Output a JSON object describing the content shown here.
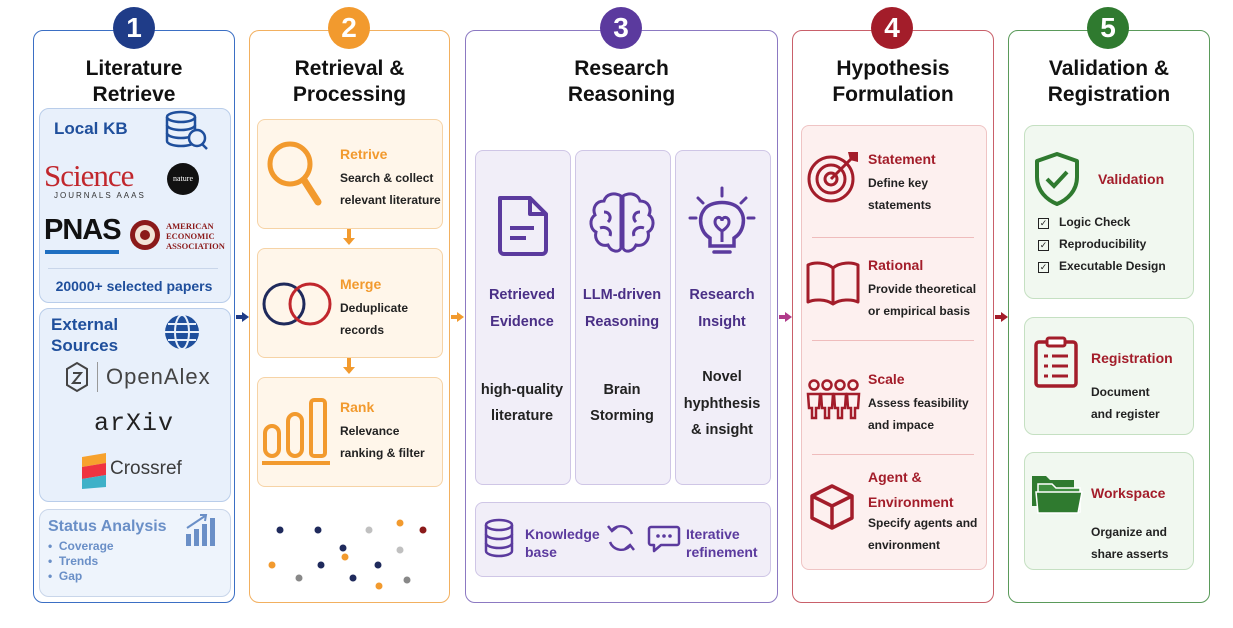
{
  "stages": [
    {
      "number": "1",
      "title_line1": "Literature",
      "title_line2": "Retrieve",
      "color": "#1f3c88"
    },
    {
      "number": "2",
      "title_line1": "Retrieval &",
      "title_line2": "Processing",
      "color": "#f29a2e"
    },
    {
      "number": "3",
      "title_line1": "Research",
      "title_line2": "Reasoning",
      "color": "#5b3a9e"
    },
    {
      "number": "4",
      "title_line1": "Hypothesis",
      "title_line2": "Formulation",
      "color": "#a31d2a"
    },
    {
      "number": "5",
      "title_line1": "Validation &",
      "title_line2": "Registration",
      "color": "#2f7a2f"
    }
  ],
  "stage1": {
    "local_kb": "Local KB",
    "science": "Science",
    "science_sub": "JOURNALS",
    "science_sub2": "AAAS",
    "nature": "nature",
    "pnas": "PNAS",
    "aea": [
      "AMERICAN",
      "ECONOMIC",
      "ASSOCIATION"
    ],
    "selected": "20000+ selected papers",
    "external": "External",
    "sources": "Sources",
    "openalex": "OpenAlex",
    "arxiv": "arXiv",
    "crossref": "Crossref",
    "status_title": "Status Analysis",
    "status_items": [
      "Coverage",
      "Trends",
      "Gap"
    ]
  },
  "stage2": {
    "retrive_title": "Retrive",
    "retrive_l1": "Search & collect",
    "retrive_l2": "relevant literature",
    "merge_title": "Merge",
    "merge_l1": "Deduplicate",
    "merge_l2": "records",
    "rank_title": "Rank",
    "rank_l1": "Relevance",
    "rank_l2": "ranking & filter"
  },
  "stage3": {
    "c1_l1": "Retrieved",
    "c1_l2": "Evidence",
    "c1_d1": "high-quality",
    "c1_d2": "literature",
    "c2_l1": "LLM-driven",
    "c2_l2": "Reasoning",
    "c2_d1": "Brain",
    "c2_d2": "Storming",
    "c3_l1": "Research",
    "c3_l2": "Insight",
    "c3_d1": "Novel",
    "c3_d2": "hyphthesis",
    "c3_d3": "& insight",
    "kb_l1": "Knowledge",
    "kb_l2": "base",
    "it_l1": "Iterative",
    "it_l2": "refinement"
  },
  "stage4": {
    "statement_title": "Statement",
    "statement_l1": "Define key",
    "statement_l2": "statements",
    "rational_title": "Rational",
    "rational_l1": "Provide theoretical",
    "rational_l2": "or empirical basis",
    "scale_title": "Scale",
    "scale_l1": "Assess feasibility",
    "scale_l2": "and impace",
    "agent_title1": "Agent &",
    "agent_title2": "Environment",
    "agent_l1": "Specify agents and",
    "agent_l2": "environment"
  },
  "stage5": {
    "validation": "Validation",
    "checks": [
      "Logic Check",
      "Reproducibility",
      "Executable Design"
    ],
    "registration": "Registration",
    "reg_l1": "Document",
    "reg_l2": "and register",
    "workspace": "Workspace",
    "ws_l1": "Organize and",
    "ws_l2": "share asserts"
  }
}
